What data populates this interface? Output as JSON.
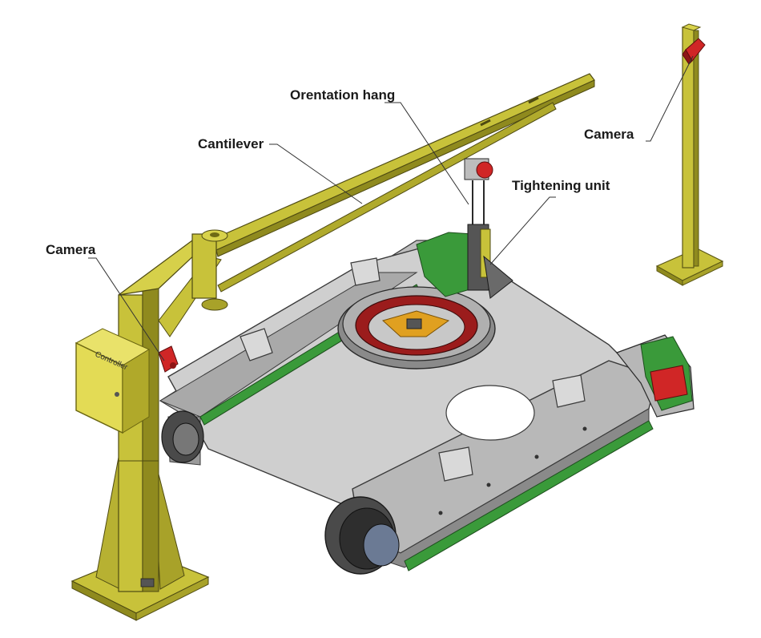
{
  "labels": {
    "orientation_hang": "Orentation hang",
    "cantilever": "Cantilever",
    "camera_right": "Camera",
    "tightening_unit": "Tightening unit",
    "camera_left": "Camera",
    "controller": "Controller"
  },
  "colors": {
    "yellow_frame": "#c8c23a",
    "yellow_dark": "#8f8a1e",
    "grey_chassis": "#c9c9c9",
    "grey_dark": "#6f6f6f",
    "red_ring": "#9b1c1c",
    "orange_plate": "#e0a020",
    "green_track": "#3a9a3a",
    "red_camera": "#d02626",
    "leader_line": "#333333"
  }
}
